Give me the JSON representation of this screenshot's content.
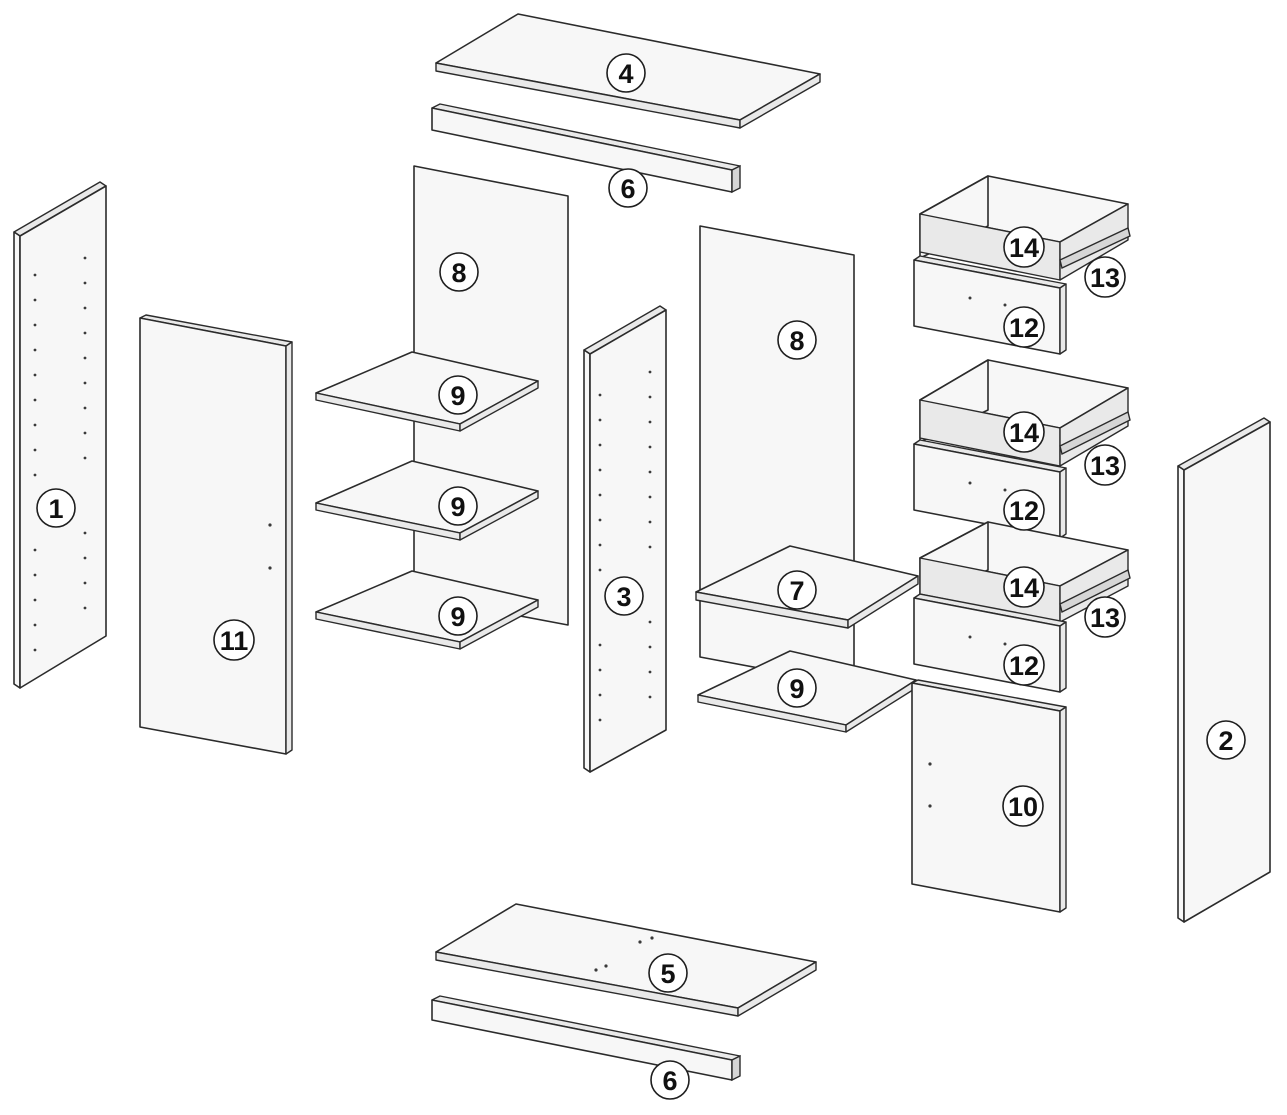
{
  "labels": {
    "p1": "1",
    "p2": "2",
    "p3": "3",
    "p4": "4",
    "p5": "5",
    "p6_top": "6",
    "p6_bottom": "6",
    "p7": "7",
    "p8_left": "8",
    "p8_right": "8",
    "p9_a": "9",
    "p9_b": "9",
    "p9_c": "9",
    "p9_d": "9",
    "p10": "10",
    "p11": "11",
    "p12_a": "12",
    "p12_b": "12",
    "p12_c": "12",
    "p13_a": "13",
    "p13_b": "13",
    "p13_c": "13",
    "p14_a": "14",
    "p14_b": "14",
    "p14_c": "14"
  }
}
